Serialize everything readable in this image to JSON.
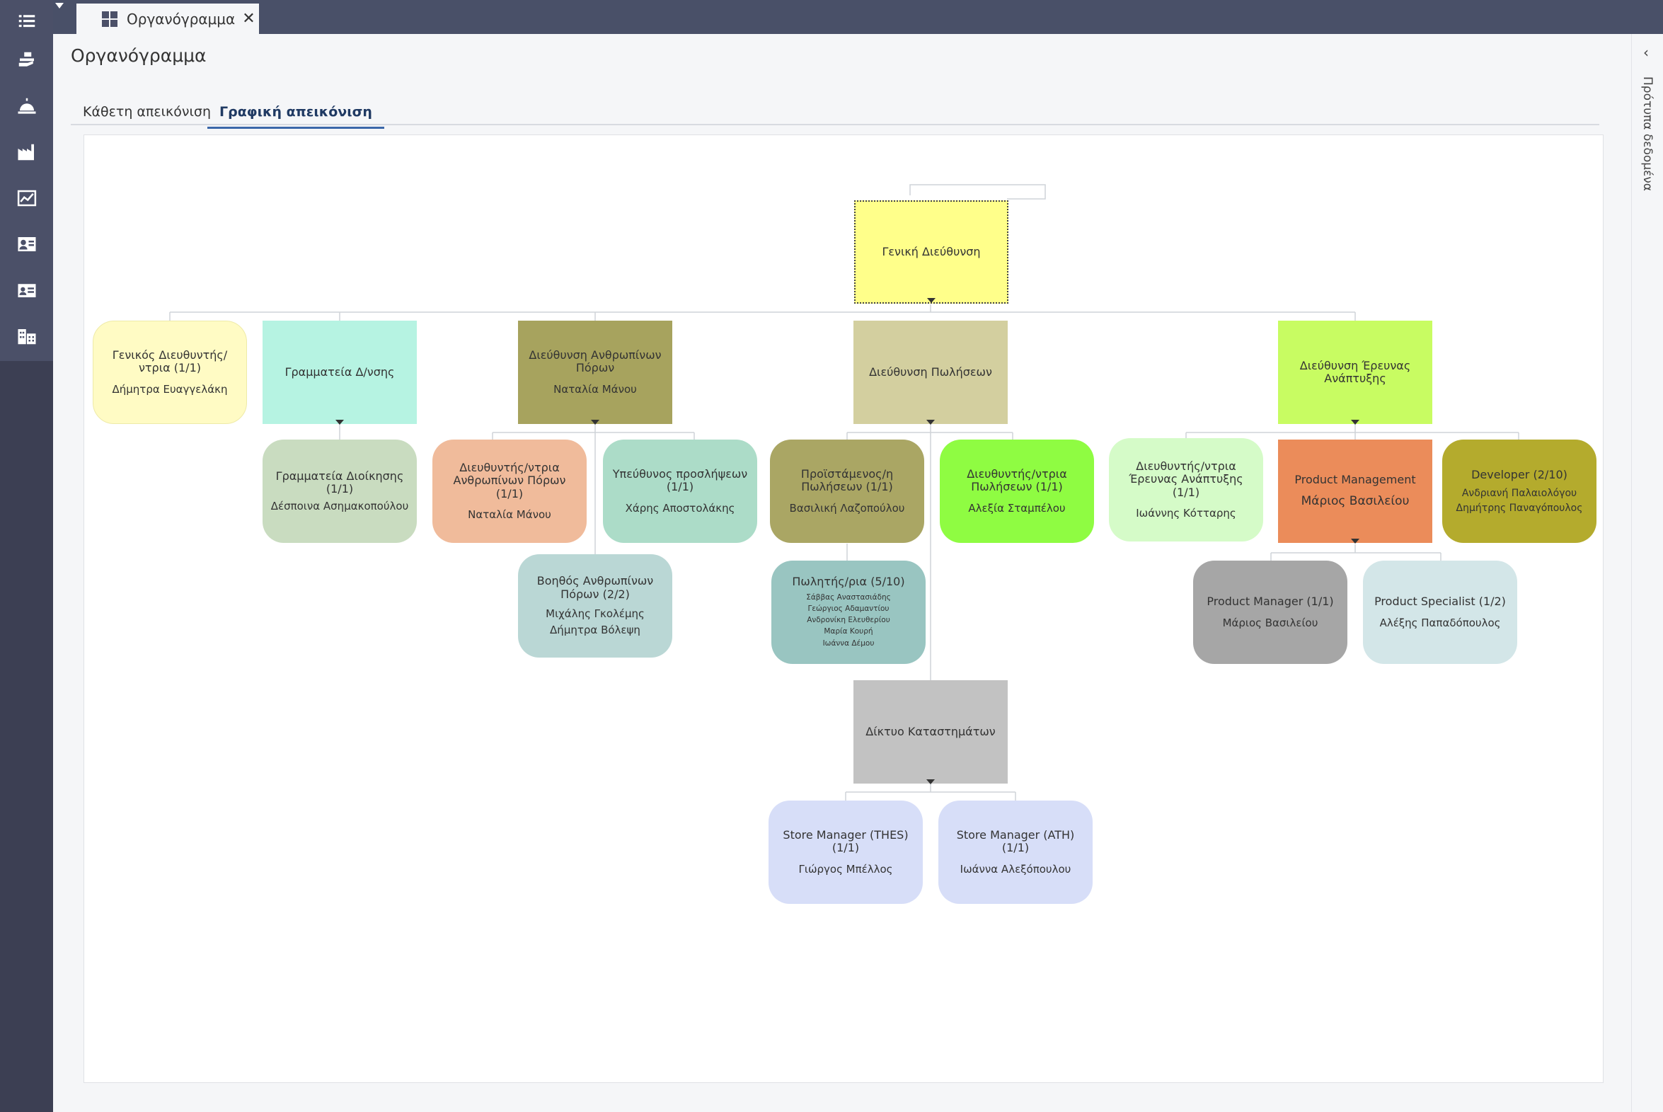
{
  "tab": {
    "label": "Οργανόγραμμα",
    "close_symbol": "✕"
  },
  "page": {
    "title": "Οργανόγραμμα"
  },
  "view_tabs": [
    {
      "label": "Κάθετη απεικόνιση",
      "active": false
    },
    {
      "label": "Γραφική απεικόνιση",
      "active": true
    }
  ],
  "right_panel": {
    "label": "Πρότυπα δεδομένα"
  },
  "nav_icons": [
    "list-icon",
    "hand-tray-icon",
    "service-bell-icon",
    "factory-icon",
    "chart-icon",
    "user-card-icon",
    "contact-card-icon",
    "buildings-icon"
  ],
  "org": {
    "ceo": {
      "title": "Γενική Διεύθυνση",
      "color": "#ffff8a"
    },
    "level1": [
      {
        "title": "Γενικός Διευθυντής/ντρια (1/1)",
        "person": "Δήμητρα Ευαγγελάκη",
        "color": "#fffbc4"
      },
      {
        "title": "Γραμματεία Δ/νσης",
        "person": "",
        "color": "#b6f3e2"
      },
      {
        "title": "Διεύθυνση Ανθρωπίνων Πόρων",
        "person": "Ναταλία Μάνου",
        "color": "#a7a35e"
      },
      {
        "title": "Διεύθυνση Πωλήσεων",
        "person": "",
        "color": "#d3cf9f"
      },
      {
        "title": "Διεύθυνση Έρευνας Ανάπτυξης",
        "person": "",
        "color": "#c8fc62"
      }
    ],
    "secretariat": [
      {
        "title": "Γραμματεία Διοίκησης (1/1)",
        "person": "Δέσποινα Ασημακοπούλου",
        "color": "#c9dcc0"
      }
    ],
    "hr": [
      {
        "title": "Διευθυντής/ντρια Ανθρωπίνων Πόρων (1/1)",
        "person": "Ναταλία Μάνου",
        "color": "#f0bb9b"
      },
      {
        "title": "Υπεύθυνος προσλήψεων (1/1)",
        "person": "Χάρης Αποστολάκης",
        "color": "#acdcc8"
      },
      {
        "title": "Βοηθός Ανθρωπίνων Πόρων (2/2)",
        "persons": [
          "Μιχάλης Γκολέμης",
          "Δήμητρα Βόλεψη"
        ],
        "color": "#bad7d5"
      }
    ],
    "sales": [
      {
        "title": "Προϊστάμενος/η Πωλήσεων (1/1)",
        "person": "Βασιλική Λαζοπούλου",
        "color": "#aaa664"
      },
      {
        "title": "Διευθυντής/ντρια Πωλήσεων (1/1)",
        "person": "Αλεξία Σταμπέλου",
        "color": "#8ffc42"
      },
      {
        "title": "Πωλητής/ρια (5/10)",
        "persons": [
          "Σάββας Αναστασιάδης",
          "Γεώργιος Αδαμαντίου",
          "Ανδρονίκη Ελευθερίου",
          "Μαρία Κουρή",
          "Ιωάννα Δέμου"
        ],
        "color": "#99c5c1"
      },
      {
        "title": "Δίκτυο Καταστημάτων",
        "person": "",
        "color": "#c2c2c2"
      }
    ],
    "stores": [
      {
        "title": "Store Manager (THES) (1/1)",
        "person": "Γιώργος Μπέλλος",
        "color": "#d7def8"
      },
      {
        "title": "Store Manager (ATH) (1/1)",
        "person": "Ιωάννα Αλεξόπουλου",
        "color": "#d7def8"
      }
    ],
    "rd": [
      {
        "title": "Διευθυντής/ντρια Έρευνας Ανάπτυξης (1/1)",
        "person": "Ιωάννης Κότταρης",
        "color": "#d5fbc8"
      },
      {
        "title": "Product Management",
        "person": "Μάριος Βασιλείου",
        "color": "#eb8c5a"
      },
      {
        "title": "Developer (2/10)",
        "persons": [
          "Ανδριανή Παλαιολόγου",
          "Δημήτρης Παναγόπουλος"
        ],
        "color": "#b4ab2d"
      }
    ],
    "pm": [
      {
        "title": "Product Manager (1/1)",
        "person": "Μάριος Βασιλείου",
        "color": "#a6a6a6"
      },
      {
        "title": "Product Specialist (1/2)",
        "person": "Αλέξης Παπαδόπουλος",
        "color": "#d3e6e8"
      }
    ]
  }
}
